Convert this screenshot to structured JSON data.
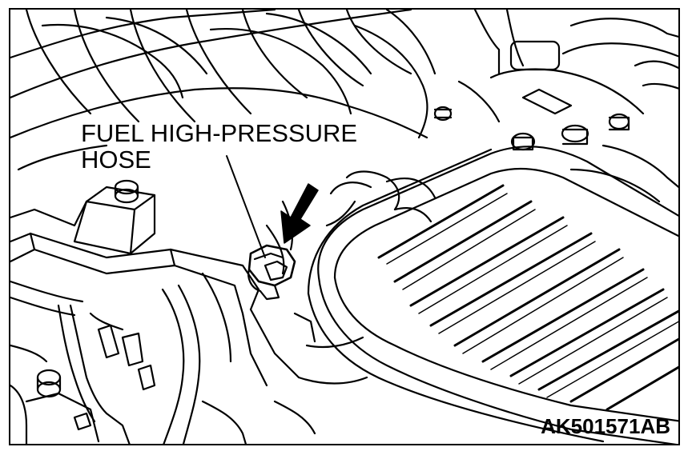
{
  "callout": {
    "line1": "FUEL HIGH-PRESSURE",
    "line2": "HOSE"
  },
  "figure_id": "AK501571AB",
  "colors": {
    "ink": "#000000",
    "paper": "#ffffff"
  },
  "icons": [
    "pointer-arrow-icon"
  ]
}
